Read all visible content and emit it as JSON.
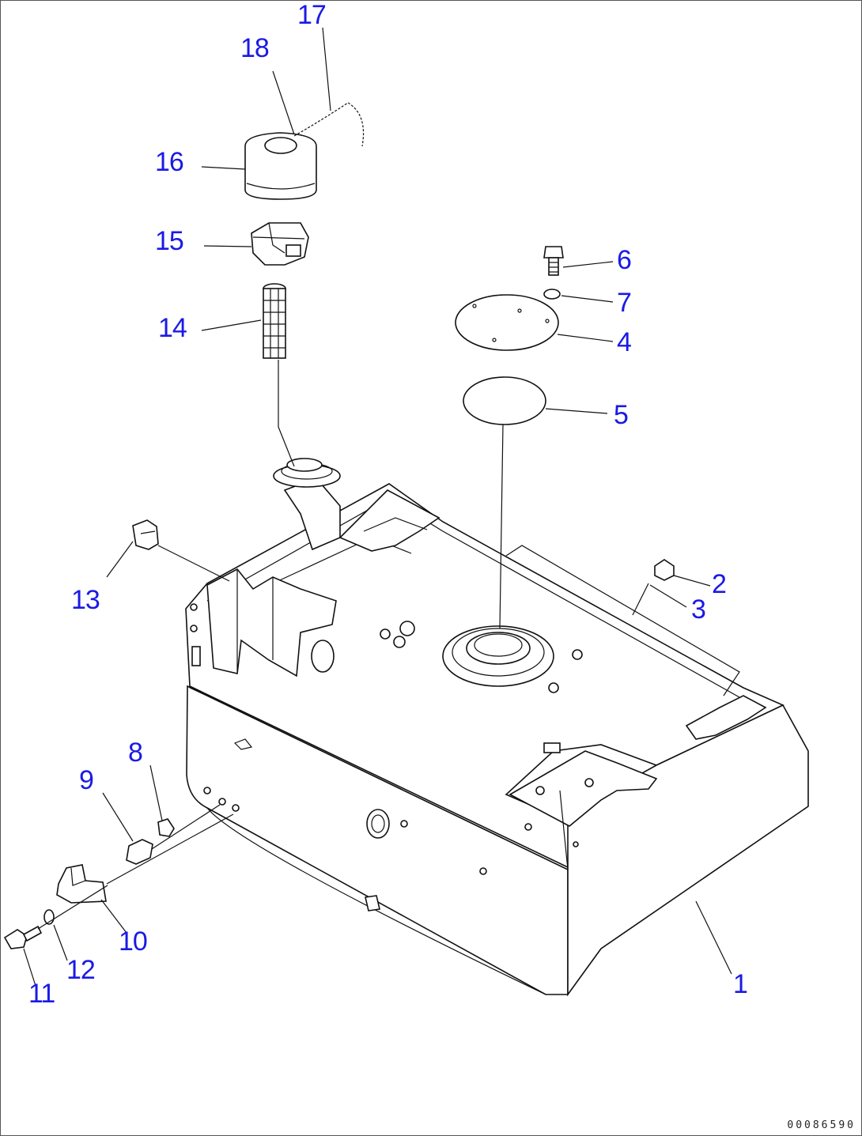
{
  "diagram": {
    "callouts": [
      {
        "id": "1",
        "label": "1"
      },
      {
        "id": "2",
        "label": "2"
      },
      {
        "id": "3",
        "label": "3"
      },
      {
        "id": "4",
        "label": "4"
      },
      {
        "id": "5",
        "label": "5"
      },
      {
        "id": "6",
        "label": "6"
      },
      {
        "id": "7",
        "label": "7"
      },
      {
        "id": "8",
        "label": "8"
      },
      {
        "id": "9",
        "label": "9"
      },
      {
        "id": "10",
        "label": "10"
      },
      {
        "id": "11",
        "label": "11"
      },
      {
        "id": "12",
        "label": "12"
      },
      {
        "id": "13",
        "label": "13"
      },
      {
        "id": "14",
        "label": "14"
      },
      {
        "id": "15",
        "label": "15"
      },
      {
        "id": "16",
        "label": "16"
      },
      {
        "id": "17",
        "label": "17"
      },
      {
        "id": "18",
        "label": "18"
      }
    ],
    "drawing_code": "00086590",
    "label_color": "#1a1ae6"
  }
}
